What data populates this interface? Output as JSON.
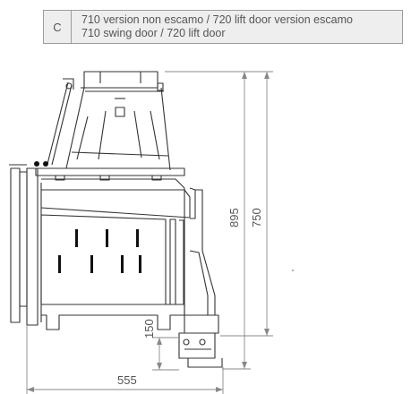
{
  "legend": {
    "code": "C",
    "line1": "710 version non escamo  / 720  lift door version escamo",
    "line2": "710 swing door / 720  lift door"
  },
  "dimensions": {
    "height_total": "895",
    "height_body": "750",
    "base_height": "150",
    "depth": "555"
  },
  "colors": {
    "line": "#333333",
    "dim": "#888888",
    "legend_bg": "#eeeeee"
  }
}
